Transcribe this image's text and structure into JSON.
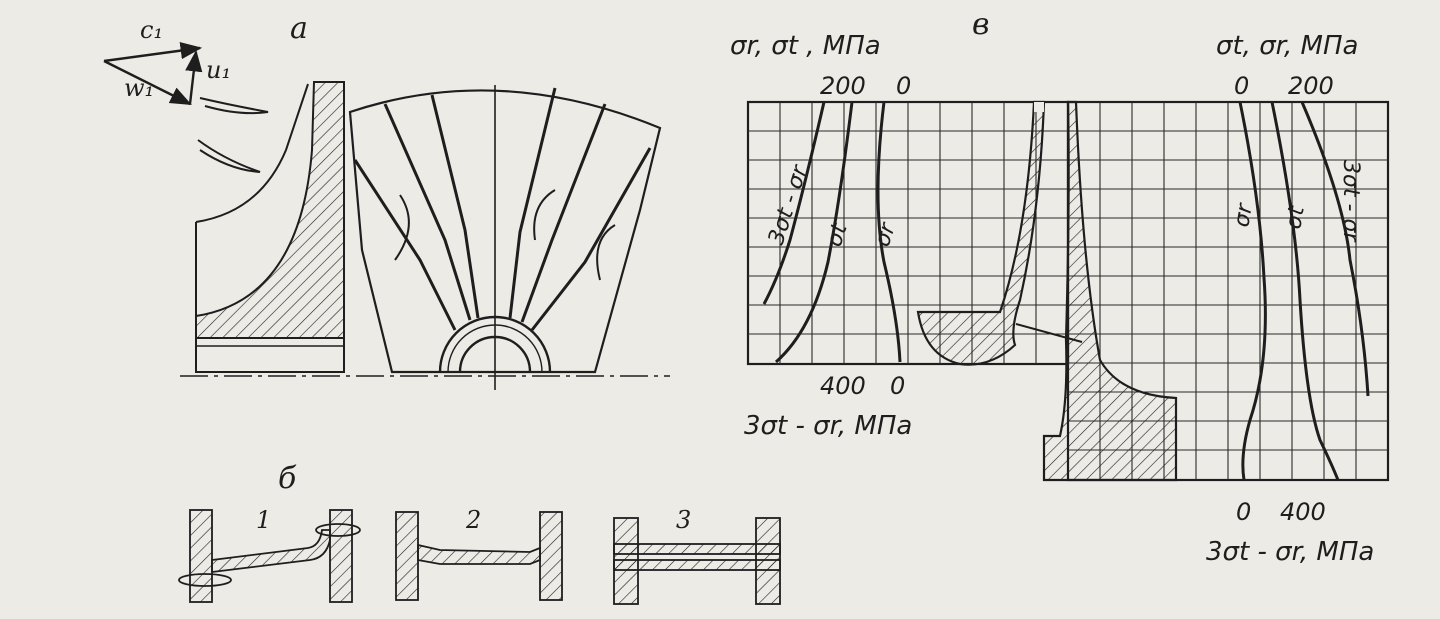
{
  "panel_labels": {
    "a": "а",
    "b": "б",
    "v": "в"
  },
  "vectors": {
    "c1": "c₁",
    "w1": "w₁",
    "u1": "u₁"
  },
  "joint_numbers": [
    "1",
    "2",
    "3"
  ],
  "left_chart": {
    "top_axis_title": "σr, σt , МПа",
    "top_ticks": [
      "200",
      "0"
    ],
    "bottom_ticks": [
      "400",
      "0"
    ],
    "bottom_axis_title": "3σt - σr, МПа",
    "curve_labels": {
      "three_t_minus_r": "3σt - σr",
      "sigma_t": "σt",
      "sigma_r": "σr"
    }
  },
  "right_chart": {
    "top_axis_title": "σt, σr, МПа",
    "top_ticks": [
      "0",
      "200"
    ],
    "bottom_ticks": [
      "0",
      "400"
    ],
    "bottom_axis_title": "3σt - σr, МПа",
    "curve_labels": {
      "sigma_r": "σr",
      "sigma_t": "σt",
      "three_t_minus_r": "3σt - σr"
    }
  }
}
